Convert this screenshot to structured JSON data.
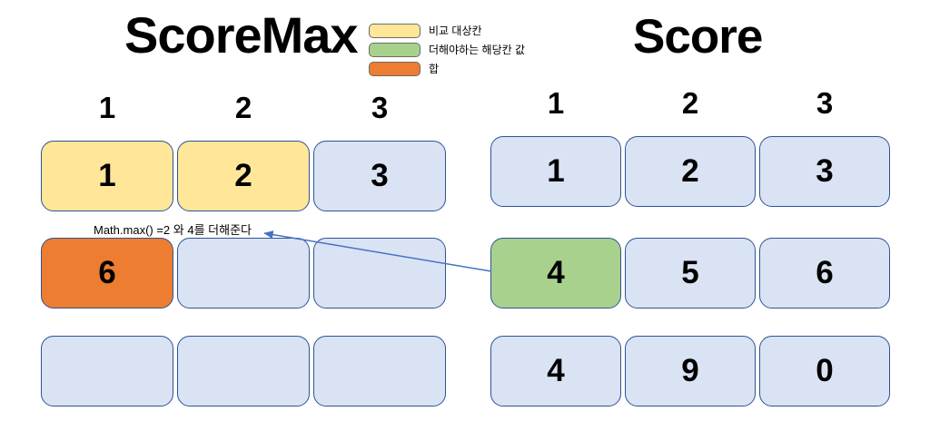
{
  "titles": {
    "left": "ScoreMax",
    "right": "Score"
  },
  "legend": {
    "items": [
      {
        "label": "비교 대상칸",
        "color": "yellow"
      },
      {
        "label": "더해야하는 해당칸 값",
        "color": "green"
      },
      {
        "label": "합",
        "color": "orange"
      }
    ]
  },
  "annotation": {
    "text": "Math.max() =2 와 4를 더해준다"
  },
  "left_grid": {
    "headers": [
      "1",
      "2",
      "3"
    ],
    "rows": [
      [
        {
          "value": "1",
          "color": "yellow"
        },
        {
          "value": "2",
          "color": "yellow"
        },
        {
          "value": "3",
          "color": "blue"
        }
      ],
      [
        {
          "value": "6",
          "color": "orange"
        },
        {
          "value": "",
          "color": "blue"
        },
        {
          "value": "",
          "color": "blue"
        }
      ],
      [
        {
          "value": "",
          "color": "blue"
        },
        {
          "value": "",
          "color": "blue"
        },
        {
          "value": "",
          "color": "blue"
        }
      ]
    ]
  },
  "right_grid": {
    "headers": [
      "1",
      "2",
      "3"
    ],
    "rows": [
      [
        {
          "value": "1",
          "color": "blue"
        },
        {
          "value": "2",
          "color": "blue"
        },
        {
          "value": "3",
          "color": "blue"
        }
      ],
      [
        {
          "value": "4",
          "color": "green"
        },
        {
          "value": "5",
          "color": "blue"
        },
        {
          "value": "6",
          "color": "blue"
        }
      ],
      [
        {
          "value": "4",
          "color": "blue"
        },
        {
          "value": "9",
          "color": "blue"
        },
        {
          "value": "0",
          "color": "blue"
        }
      ]
    ]
  },
  "palette": {
    "yellow": "#ffe699",
    "green": "#a9d18e",
    "orange": "#ed7d31",
    "cell_blue": "#dae3f3",
    "cell_border": "#2e5395",
    "arrow": "#4472c4",
    "text": "#000000"
  }
}
